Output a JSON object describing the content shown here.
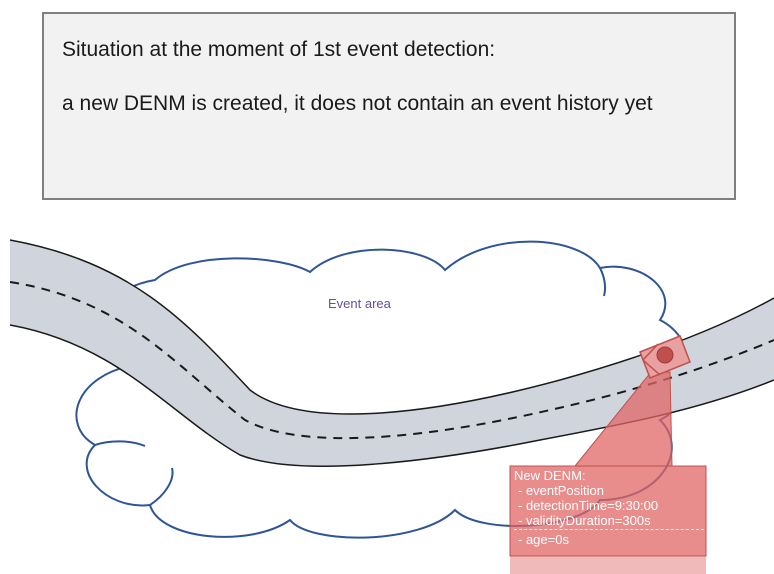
{
  "info_box": {
    "line1": "Situation at the moment  of 1st event detection:",
    "line2": "a new DENM is created, it does not contain an event history yet"
  },
  "event_area": {
    "label": "Event area"
  },
  "denm": {
    "title": "New DENM:",
    "fields": [
      " - eventPosition",
      " - detectionTime=9:30:00",
      " - validityDuration=300s"
    ],
    "extra": " - age=0s"
  },
  "colors": {
    "cloud_stroke": "#2f5597",
    "road_fill": "#d0d5dd",
    "callout_fill": "#e06666",
    "callout_stroke": "#c0504d",
    "label_purple": "#6a4ea0"
  },
  "icons": [
    "event-marker-icon"
  ]
}
